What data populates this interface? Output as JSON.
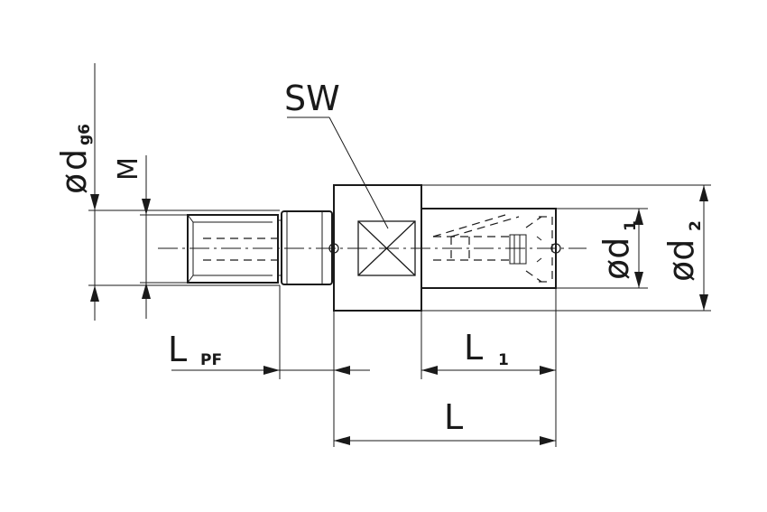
{
  "labels": {
    "sw": "SW",
    "m": "M",
    "phi": "ø",
    "d": "d",
    "g6": "g6",
    "d1_main": "ød",
    "d1_sub": "1",
    "d2_main": "ød",
    "d2_sub": "2",
    "lpf_main": "L",
    "lpf_sub": "PF",
    "l1_main": "L",
    "l1_sub": "1",
    "l": "L"
  },
  "colors": {
    "line": "#1a1a1a",
    "background": "#ffffff"
  }
}
